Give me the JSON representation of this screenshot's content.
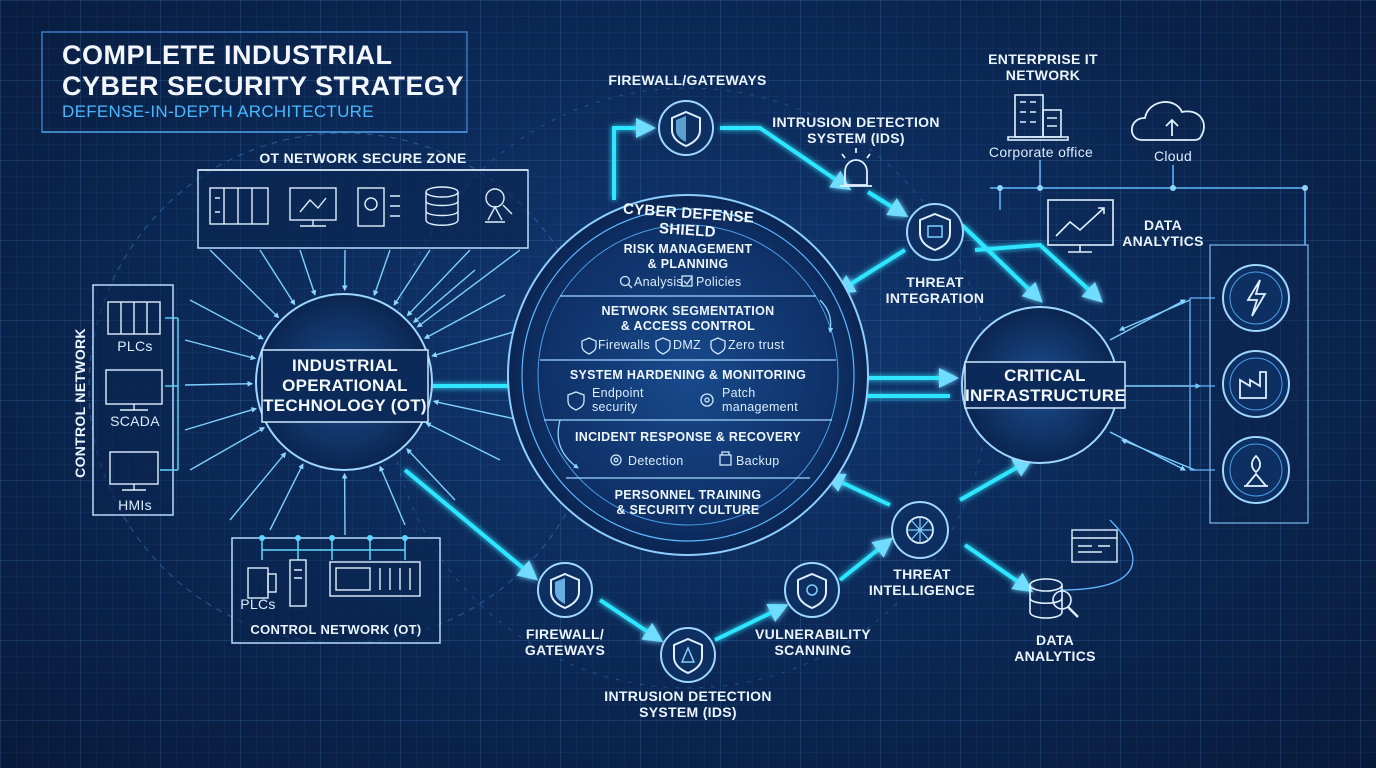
{
  "title": {
    "line1": "COMPLETE INDUSTRIAL",
    "line2": "CYBER SECURITY STRATEGY",
    "subtitle": "DEFENSE-IN-DEPTH ARCHITECTURE"
  },
  "zones": {
    "ot_secure_zone": "OT NETWORK SECURE ZONE",
    "control_network_side": "CONTROL NETWORK",
    "control_network_ot": "CONTROL NETWORK (OT)"
  },
  "side_devices": [
    {
      "label": "PLCs",
      "icon": "plc-rack-icon"
    },
    {
      "label": "SCADA",
      "icon": "monitor-icon"
    },
    {
      "label": "HMIs",
      "icon": "monitor-icon"
    }
  ],
  "bottom_devices": {
    "label": "PLCs"
  },
  "hubs": {
    "ot": {
      "line1": "INDUSTRIAL",
      "line2": "OPERATIONAL",
      "line3": "TECHNOLOGY (OT)"
    },
    "critical": {
      "line1": "CRITICAL",
      "line2": "INFRASTRUCTURE"
    }
  },
  "shield": {
    "title": "CYBER DEFENSE SHIELD",
    "layers": [
      {
        "h1": "RISK MANAGEMENT",
        "h2": "& PLANNING",
        "items": [
          "Analysis",
          "Policies"
        ]
      },
      {
        "h1": "NETWORK SEGMENTATION",
        "h2": "& ACCESS CONTROL",
        "items": [
          "Firewalls",
          "DMZ",
          "Zero trust"
        ]
      },
      {
        "h1": "SYSTEM HARDENING & MONITORING",
        "h2": "",
        "items": [
          "Endpoint",
          "security",
          "Patch",
          "management"
        ]
      },
      {
        "h1": "INCIDENT RESPONSE & RECOVERY",
        "h2": "",
        "items": [
          "Detection",
          "Backup"
        ]
      },
      {
        "h1": "PERSONNEL TRAINING",
        "h2": "& SECURITY CULTURE",
        "items": []
      }
    ]
  },
  "nodes": {
    "firewall_top": "FIREWALL/GATEWAYS",
    "ids_top_1": "INTRUSION DETECTION",
    "ids_top_2": "SYSTEM (IDS)",
    "threat_integration_1": "THREAT",
    "threat_integration_2": "INTEGRATION",
    "enterprise_1": "ENTERPRISE IT",
    "enterprise_2": "NETWORK",
    "corporate": "Corporate office",
    "cloud": "Cloud",
    "data_analytics_top_1": "DATA",
    "data_analytics_top_2": "ANALYTICS",
    "firewall_bottom_1": "FIREWALL/",
    "firewall_bottom_2": "GATEWAYS",
    "ids_bottom_1": "INTRUSION DETECTION",
    "ids_bottom_2": "SYSTEM (IDS)",
    "vuln_1": "VULNERABILITY",
    "vuln_2": "SCANNING",
    "threat_intel_1": "THREAT",
    "threat_intel_2": "INTELLIGENCE",
    "data_analytics_bottom_1": "DATA",
    "data_analytics_bottom_2": "ANALYTICS"
  },
  "colors": {
    "background": "#0c2a59",
    "accent": "#2ee6ff",
    "line": "#5fb8ff",
    "text": "#e6f3ff",
    "subtitle": "#48b9ff"
  }
}
